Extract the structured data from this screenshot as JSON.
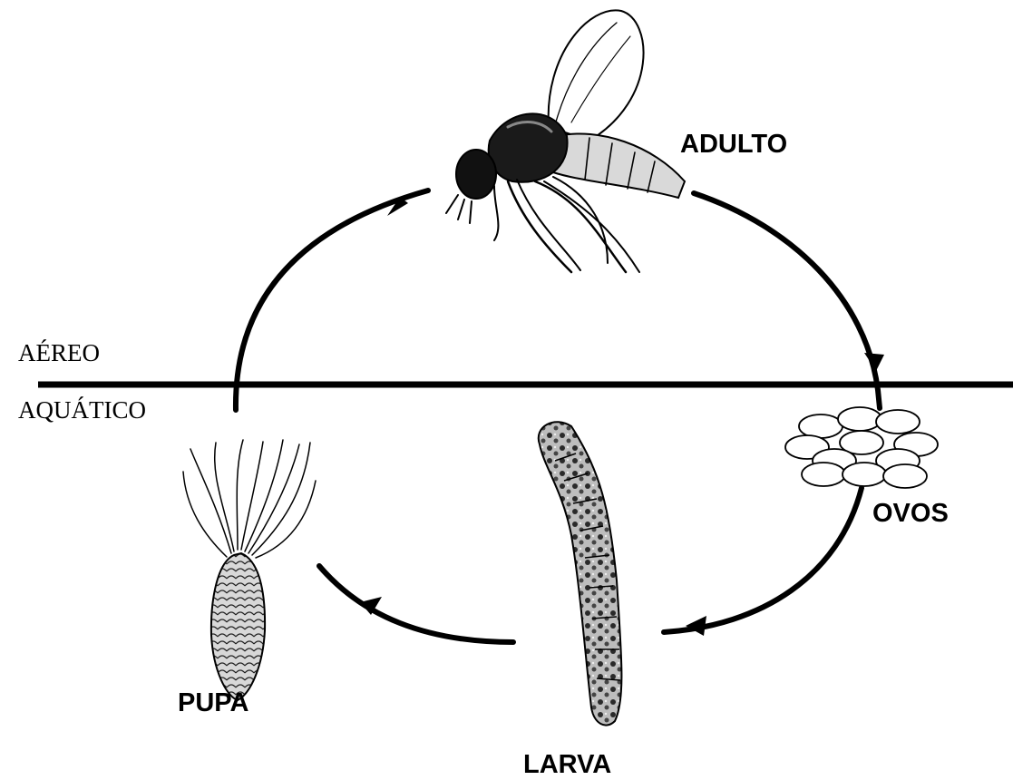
{
  "zones": {
    "above": "AÉREO",
    "below": "AQUÁTICO"
  },
  "stages": {
    "adult": "ADULTO",
    "eggs": "OVOS",
    "larva": "LARVA",
    "pupa": "PUPA"
  },
  "icons": {
    "adult": "midge-adult-icon",
    "eggs": "egg-cluster-icon",
    "larva": "larva-icon",
    "pupa": "pupa-icon"
  },
  "colors": {
    "line": "#000000",
    "background": "#ffffff"
  }
}
